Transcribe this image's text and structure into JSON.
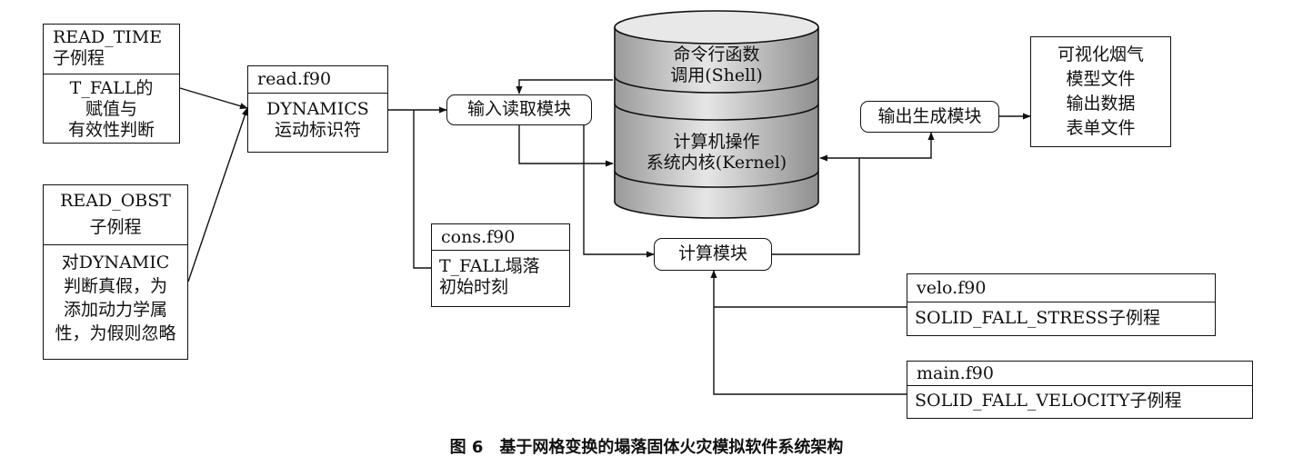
{
  "colors": {
    "line": "#111111",
    "cylinder_light": "#e2e2e2",
    "cylinder_dark": "#9a9a9a"
  },
  "read_time": {
    "title_lines": [
      "READ_TIME",
      "子例程"
    ],
    "body_lines": [
      "T_FALL的",
      "赋值与",
      "有效性判断"
    ]
  },
  "read_obst": {
    "title_lines": [
      "READ_OBST",
      "子例程"
    ],
    "body_lines": [
      "对DYNAMIC",
      "判断真假，为",
      "添加动力学属",
      "性，为假则忽略"
    ]
  },
  "read_f90": {
    "title": "read.f90",
    "body_lines": [
      "DYNAMICS",
      "运动标识符"
    ]
  },
  "cons_f90": {
    "title": "cons.f90",
    "body_lines": [
      "T_FALL塌落",
      "初始时刻"
    ]
  },
  "input_module": {
    "label": "输入读取模块"
  },
  "compute_module": {
    "label": "计算模块"
  },
  "output_module": {
    "label": "输出生成模块"
  },
  "database": {
    "top_lines": [
      "命令行函数",
      "调用(Shell)"
    ],
    "bottom_lines": [
      "计算机操作",
      "系统内核(Kernel)"
    ]
  },
  "output_files": {
    "lines": [
      "可视化烟气",
      "模型文件",
      "输出数据",
      "表单文件"
    ]
  },
  "velo_f90": {
    "title": "velo.f90",
    "body": "SOLID_FALL_STRESS子例程"
  },
  "main_f90": {
    "title": "main.f90",
    "body": "SOLID_FALL_VELOCITY子例程"
  },
  "caption": {
    "number": "图 6",
    "text": "基于网格变换的塌落固体火灾模拟软件系统架构"
  }
}
